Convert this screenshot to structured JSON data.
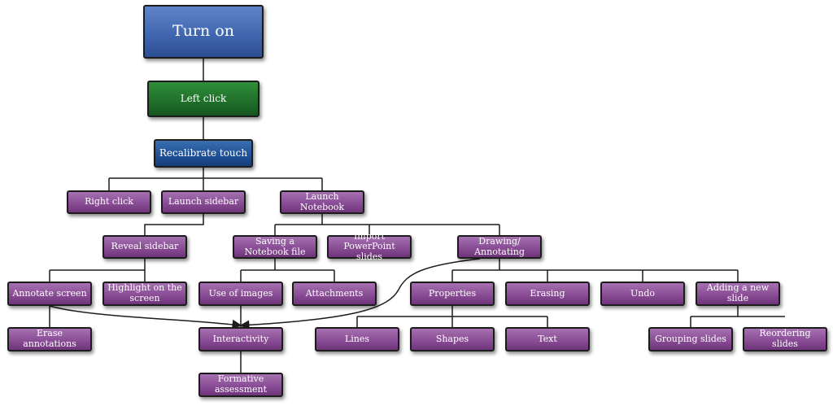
{
  "diagram": {
    "nodes": {
      "turn_on": "Turn on",
      "left_click": "Left click",
      "recalibrate_touch": "Recalibrate touch",
      "right_click": "Right click",
      "launch_sidebar": "Launch sidebar",
      "launch_notebook": "Launch Notebook",
      "reveal_sidebar": "Reveal sidebar",
      "saving_notebook_file": "Saving a Notebook file",
      "import_powerpoint_slides": "Import PowerPoint slides",
      "drawing_annotating": "Drawing/ Annotating",
      "annotate_screen": "Annotate screen",
      "highlight_on_screen": "Highlight on the screen",
      "use_of_images": "Use of images",
      "attachments": "Attachments",
      "properties": "Properties",
      "erasing": "Erasing",
      "undo": "Undo",
      "adding_new_slide": "Adding a new slide",
      "erase_annotations": "Erase annotations",
      "interactivity": "Interactivity",
      "lines": "Lines",
      "shapes": "Shapes",
      "text": "Text",
      "grouping_slides": "Grouping slides",
      "reordering_slides": "Reordering slides",
      "formative_assessment": "Formative assessment"
    },
    "colors": {
      "start": "#3e64ad",
      "left_click": "#1f6e2a",
      "recalibrate": "#1f4f95",
      "topic": "#8a4d96",
      "connector": "#1c1c1c"
    },
    "edges": [
      [
        "turn_on",
        "left_click"
      ],
      [
        "left_click",
        "recalibrate_touch"
      ],
      [
        "recalibrate_touch",
        "right_click"
      ],
      [
        "recalibrate_touch",
        "launch_sidebar"
      ],
      [
        "recalibrate_touch",
        "launch_notebook"
      ],
      [
        "launch_sidebar",
        "reveal_sidebar"
      ],
      [
        "launch_notebook",
        "saving_notebook_file"
      ],
      [
        "launch_notebook",
        "import_powerpoint_slides"
      ],
      [
        "launch_notebook",
        "drawing_annotating"
      ],
      [
        "reveal_sidebar",
        "annotate_screen"
      ],
      [
        "reveal_sidebar",
        "highlight_on_screen"
      ],
      [
        "saving_notebook_file",
        "use_of_images"
      ],
      [
        "saving_notebook_file",
        "attachments"
      ],
      [
        "drawing_annotating",
        "properties"
      ],
      [
        "drawing_annotating",
        "erasing"
      ],
      [
        "drawing_annotating",
        "undo"
      ],
      [
        "drawing_annotating",
        "adding_new_slide"
      ],
      [
        "annotate_screen",
        "erase_annotations"
      ],
      [
        "use_of_images",
        "interactivity"
      ],
      [
        "properties",
        "lines"
      ],
      [
        "properties",
        "shapes"
      ],
      [
        "properties",
        "text"
      ],
      [
        "adding_new_slide",
        "grouping_slides"
      ],
      [
        "adding_new_slide",
        "reordering_slides"
      ],
      [
        "interactivity",
        "formative_assessment"
      ]
    ],
    "cross_links": [
      [
        "annotate_screen",
        "interactivity"
      ],
      [
        "drawing_annotating",
        "interactivity"
      ]
    ]
  }
}
